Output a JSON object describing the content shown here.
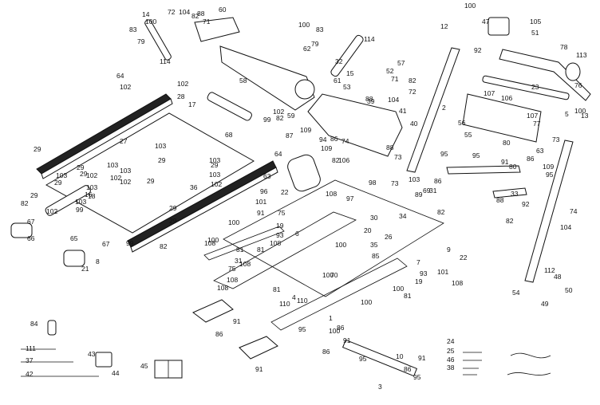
{
  "diagram": {
    "callouts": [
      "14",
      "72",
      "104",
      "82",
      "88",
      "71",
      "60",
      "83",
      "79",
      "100",
      "114",
      "100",
      "79",
      "83",
      "114",
      "62",
      "32",
      "57",
      "15",
      "52",
      "71",
      "82",
      "72",
      "104",
      "88",
      "53",
      "39",
      "41",
      "40",
      "109",
      "59",
      "58",
      "61",
      "100",
      "12",
      "92",
      "47",
      "105",
      "51",
      "78",
      "113",
      "76",
      "23",
      "107",
      "106",
      "5",
      "100",
      "13",
      "2",
      "55",
      "56",
      "80",
      "95",
      "95",
      "86",
      "91",
      "80",
      "86",
      "95",
      "109",
      "106",
      "107",
      "77",
      "63",
      "64",
      "102",
      "28",
      "102",
      "17",
      "82",
      "99",
      "102",
      "68",
      "29",
      "103",
      "29",
      "103",
      "102",
      "27",
      "29",
      "103",
      "102",
      "29",
      "103",
      "102",
      "16",
      "29",
      "103",
      "18",
      "29",
      "103",
      "99",
      "82",
      "102",
      "29",
      "103",
      "102",
      "29",
      "29",
      "29",
      "103",
      "36",
      "64",
      "63",
      "96",
      "87",
      "94",
      "86",
      "109",
      "74",
      "82",
      "88",
      "73",
      "103",
      "69",
      "99",
      "82",
      "65",
      "67",
      "66",
      "67",
      "21",
      "8",
      "101",
      "75",
      "91",
      "93",
      "6",
      "22",
      "108",
      "97",
      "89",
      "82",
      "98",
      "73",
      "31",
      "20",
      "30",
      "34",
      "26",
      "35",
      "85",
      "100",
      "100",
      "108",
      "100",
      "19",
      "81",
      "108",
      "81",
      "108",
      "75",
      "31",
      "9",
      "7",
      "22",
      "93",
      "101",
      "108",
      "19",
      "100",
      "100",
      "81",
      "108",
      "81",
      "108",
      "100",
      "70",
      "110",
      "110",
      "4",
      "100",
      "91",
      "86",
      "91",
      "95",
      "1",
      "86",
      "91",
      "86",
      "95",
      "10",
      "91",
      "86",
      "95",
      "3",
      "33",
      "92",
      "88",
      "82",
      "104",
      "74",
      "73",
      "112",
      "48",
      "49",
      "50",
      "54",
      "84",
      "111",
      "37",
      "42",
      "43",
      "44",
      "45",
      "24",
      "25",
      "46",
      "38"
    ]
  }
}
